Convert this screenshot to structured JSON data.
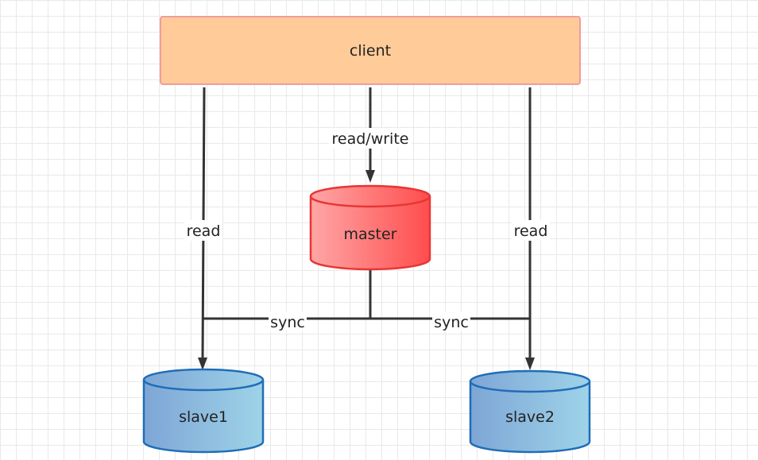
{
  "nodes": {
    "client": {
      "label": "client",
      "fill": "#ffcc99",
      "stroke": "#f19c99"
    },
    "master": {
      "label": "master",
      "fill_from": "#ffa6a6",
      "fill_to": "#ff4d4d",
      "stroke": "#e83535"
    },
    "slave1": {
      "label": "slave1",
      "fill_from": "#7ea6d6",
      "fill_to": "#9ed3e8",
      "stroke": "#1f6db8"
    },
    "slave2": {
      "label": "slave2",
      "fill_from": "#7ea6d6",
      "fill_to": "#9ed3e8",
      "stroke": "#1f6db8"
    }
  },
  "edges": {
    "client_master": {
      "label": "read/write"
    },
    "client_slave1": {
      "label": "read"
    },
    "client_slave2": {
      "label": "read"
    },
    "master_slave1": {
      "label": "sync"
    },
    "master_slave2": {
      "label": "sync"
    }
  },
  "colors": {
    "edge": "#333333"
  }
}
